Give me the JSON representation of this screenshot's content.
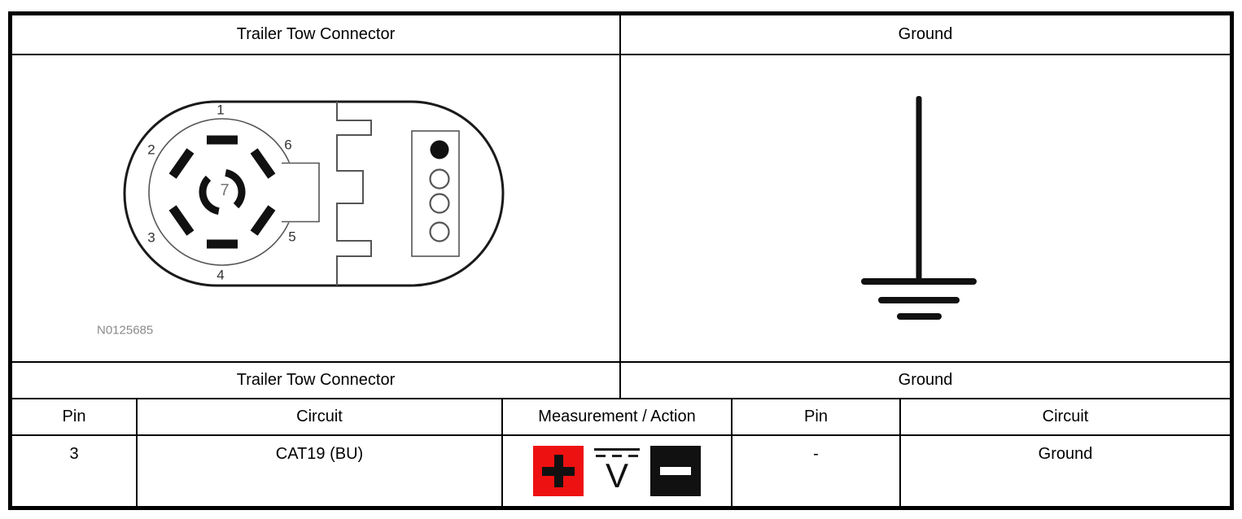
{
  "titles": {
    "connector_top": "Trailer Tow Connector",
    "ground_top": "Ground",
    "connector_section": "Trailer Tow Connector",
    "ground_section": "Ground"
  },
  "connector_figure": {
    "figure_id": "N0125685",
    "pin_labels": [
      "1",
      "2",
      "3",
      "4",
      "5",
      "6",
      "7"
    ],
    "description": "7-pin round trailer tow connector with 4-pin flat indicator column"
  },
  "ground_figure": {
    "symbol": "earth-ground"
  },
  "table": {
    "columns": [
      "Pin",
      "Circuit",
      "Measurement / Action",
      "Pin",
      "Circuit"
    ],
    "row": {
      "pin_left": "3",
      "circuit_left": "CAT19 (BU)",
      "measurement": {
        "meter_label": "V",
        "icons": [
          "positive-lead-icon",
          "dc-voltmeter-icon",
          "negative-lead-icon"
        ]
      },
      "pin_right": "-",
      "circuit_right": "Ground"
    }
  },
  "colors": {
    "positive_red": "#ee1111",
    "lead_black": "#111111",
    "line_black": "#000000"
  }
}
